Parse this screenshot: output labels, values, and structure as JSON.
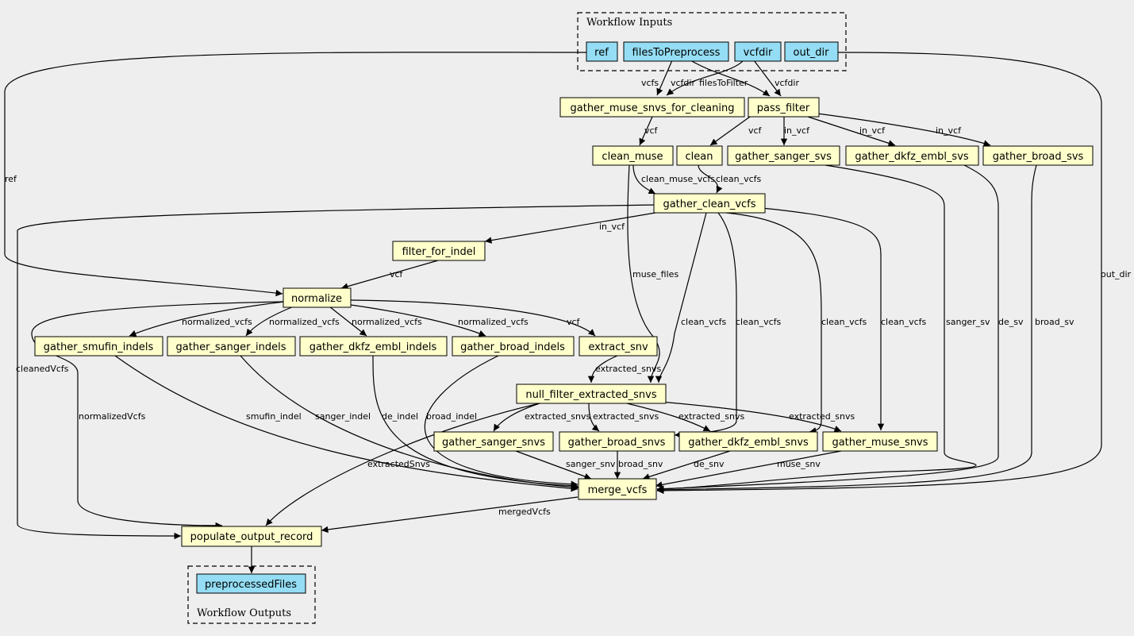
{
  "clusters": {
    "inputs_title": "Workflow Inputs",
    "outputs_title": "Workflow Outputs"
  },
  "colors": {
    "input": "#94ddf4",
    "step": "#ffffcc",
    "background": "#eeeeee"
  },
  "inputs": {
    "ref": "ref",
    "filesToPreprocess": "filesToPreprocess",
    "vcfdir": "vcfdir",
    "out_dir": "out_dir"
  },
  "outputs": {
    "preprocessedFiles": "preprocessedFiles"
  },
  "steps": {
    "gather_muse_snvs_for_cleaning": "gather_muse_snvs_for_cleaning",
    "pass_filter": "pass_filter",
    "clean_muse": "clean_muse",
    "clean": "clean",
    "gather_sanger_svs": "gather_sanger_svs",
    "gather_dkfz_embl_svs": "gather_dkfz_embl_svs",
    "gather_broad_svs": "gather_broad_svs",
    "gather_clean_vcfs": "gather_clean_vcfs",
    "filter_for_indel": "filter_for_indel",
    "normalize": "normalize",
    "gather_smufin_indels": "gather_smufin_indels",
    "gather_sanger_indels": "gather_sanger_indels",
    "gather_dkfz_embl_indels": "gather_dkfz_embl_indels",
    "gather_broad_indels": "gather_broad_indels",
    "extract_snv": "extract_snv",
    "null_filter_extracted_snvs": "null_filter_extracted_snvs",
    "gather_sanger_snvs": "gather_sanger_snvs",
    "gather_broad_snvs": "gather_broad_snvs",
    "gather_dkfz_embl_snvs": "gather_dkfz_embl_snvs",
    "gather_muse_snvs": "gather_muse_snvs",
    "merge_vcfs": "merge_vcfs",
    "populate_output_record": "populate_output_record"
  },
  "edge_labels": {
    "ref": "ref",
    "vcfs": "vcfs",
    "vcfdir": "vcfdir",
    "filesToFilter": "filesToFilter",
    "vcf": "vcf",
    "in_vcf": "in_vcf",
    "clean_muse_vcfs": "clean_muse_vcfs",
    "clean_vcfs": "clean_vcfs",
    "muse_files": "muse_files",
    "normalized_vcfs": "normalized_vcfs",
    "extracted_snvs": "extracted_snvs",
    "cleanedVcfs": "cleanedVcfs",
    "normalizedVcfs": "normalizedVcfs",
    "smufin_indel": "smufin_indel",
    "sanger_indel": "sanger_indel",
    "de_indel": "de_indel",
    "broad_indel": "broad_indel",
    "extractedSnvs": "extractedSnvs",
    "sanger_snv": "sanger_snv",
    "broad_snv": "broad_snv",
    "de_snv": "de_snv",
    "muse_snv": "muse_snv",
    "sanger_sv": "sanger_sv",
    "de_sv": "de_sv",
    "broad_sv": "broad_sv",
    "out_dir": "out_dir",
    "mergedVcfs": "mergedVcfs"
  }
}
